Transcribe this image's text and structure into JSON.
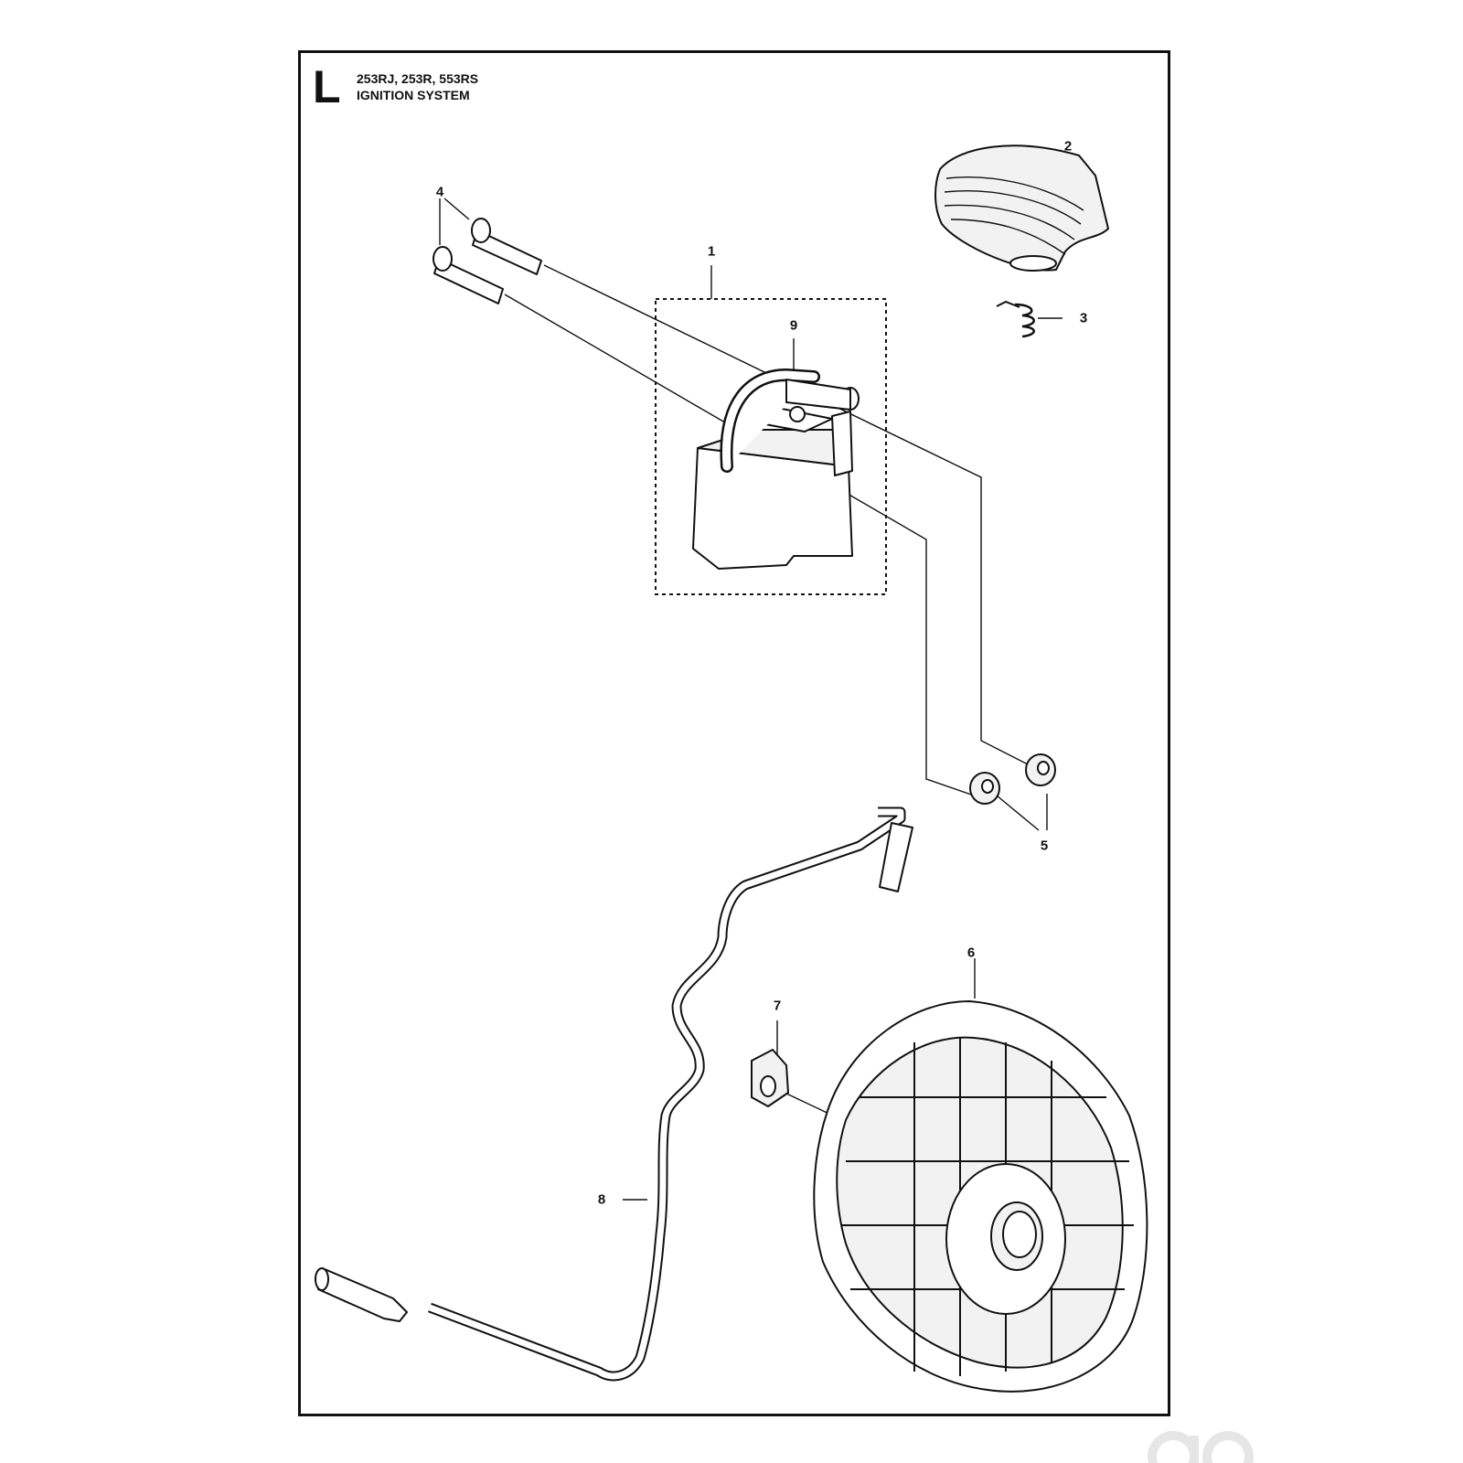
{
  "header": {
    "section_letter": "L",
    "models": "253RJ, 253R, 553RS",
    "title": "IGNITION SYSTEM"
  },
  "callouts": [
    "1",
    "2",
    "3",
    "4",
    "4",
    "5",
    "6",
    "7",
    "8",
    "9"
  ],
  "watermark": {
    "icon": "ao-logo-icon",
    "color": "#e6e6e6"
  }
}
